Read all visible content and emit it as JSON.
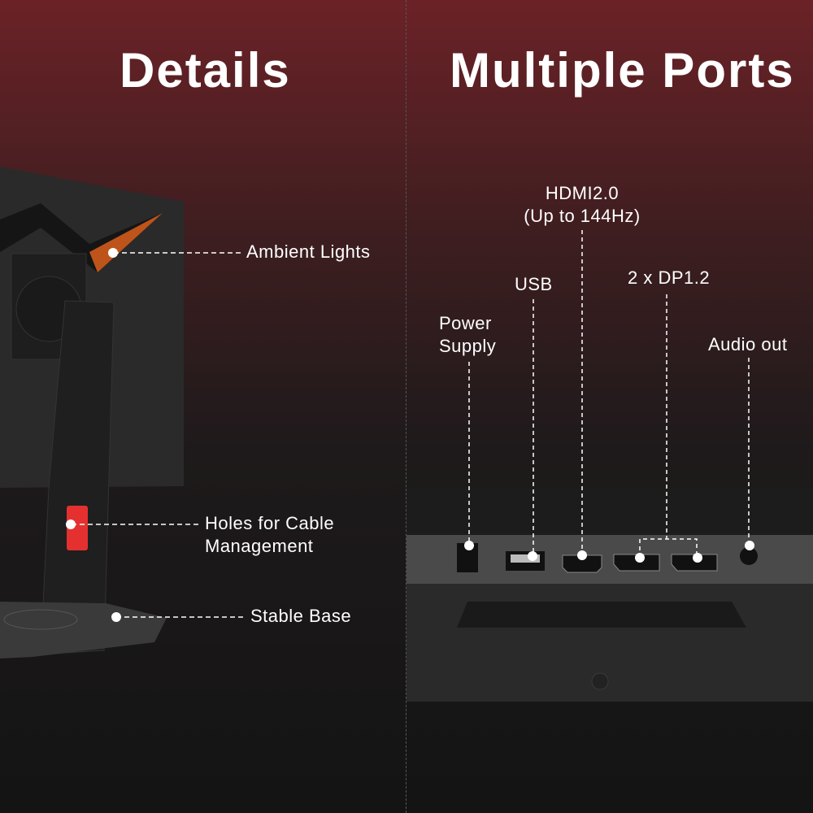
{
  "left_panel": {
    "title": "Details",
    "callouts": {
      "ambient_lights": "Ambient Lights",
      "cable_holes_line1": "Holes for Cable",
      "cable_holes_line2": "Management",
      "stable_base": "Stable Base"
    }
  },
  "right_panel": {
    "title": "Multiple Ports",
    "callouts": {
      "power_line1": "Power",
      "power_line2": "Supply",
      "usb": "USB",
      "hdmi_line1": "HDMI2.0",
      "hdmi_line2": "(Up to 144Hz)",
      "dp": "2 x DP1.2",
      "audio": "Audio out"
    }
  },
  "colors": {
    "accent_red": "#e53030",
    "ambient_orange": "#e8641c",
    "background_red": "#6b2227"
  }
}
